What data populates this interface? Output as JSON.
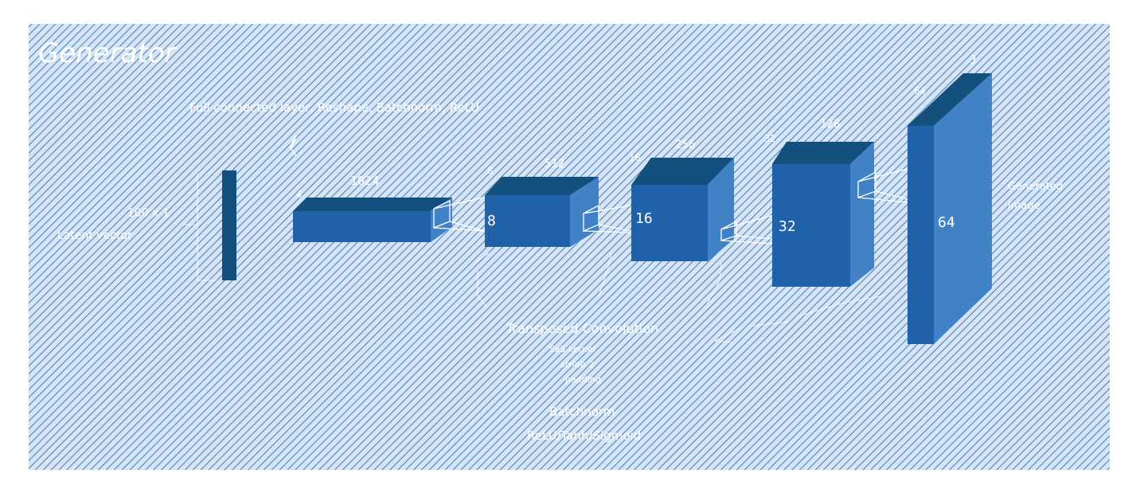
{
  "title": "Generator",
  "fc_label": "Full connected layer, Reshape, Batchnorm, ReLU",
  "tconv_label": "Transposed Convolution",
  "tconv_params": [
    "5x5 kernel",
    "stride 2",
    "padding"
  ],
  "bn_label": "Batchnorm",
  "activation_label": "ReLU/Tanh/Sigmoid",
  "output_label": [
    "Generated",
    "image"
  ],
  "input_label": [
    "100 x 1",
    "Latent vector"
  ],
  "dims": {
    "fc_depth": "1024",
    "fc_small": "4",
    "c1_side": "8",
    "c1_depth": "512",
    "c2_side": "16",
    "c2_depth": "256",
    "c3_side": "32",
    "c3_depth": "128",
    "c4_side": "64",
    "c4_depth": "3"
  },
  "colors": {
    "hatch_bg": "#d6e4f3",
    "hatch_line": "#4a83c1",
    "front": "#1f62a9",
    "top": "#14507e",
    "side": "#4182c7"
  }
}
